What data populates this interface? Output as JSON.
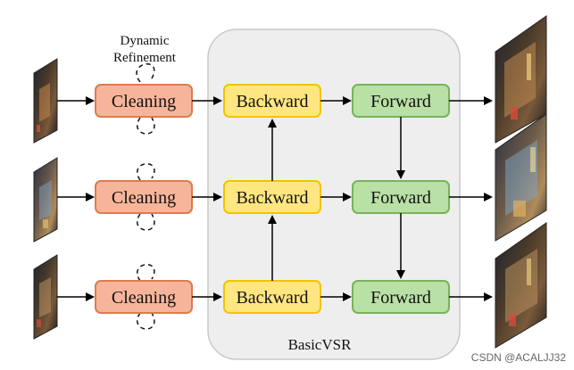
{
  "diagram": {
    "top_annotation": {
      "line1": "Dynamic",
      "line2": "Refinement"
    },
    "group_label": "BasicVSR",
    "rows": [
      {
        "cleaning": "Cleaning",
        "backward": "Backward",
        "forward": "Forward"
      },
      {
        "cleaning": "Cleaning",
        "backward": "Backward",
        "forward": "Forward"
      },
      {
        "cleaning": "Cleaning",
        "backward": "Backward",
        "forward": "Forward"
      }
    ],
    "watermark": "CSDN @ACALJJ32"
  },
  "colors": {
    "cleaning_fill": "#f6b59a",
    "cleaning_stroke": "#e07a4b",
    "backward_fill": "#ffe680",
    "backward_stroke": "#f2c300",
    "forward_fill": "#b9e0a5",
    "forward_stroke": "#78b35a",
    "group_fill": "#eeeeee",
    "group_stroke": "#c8c8c8"
  }
}
